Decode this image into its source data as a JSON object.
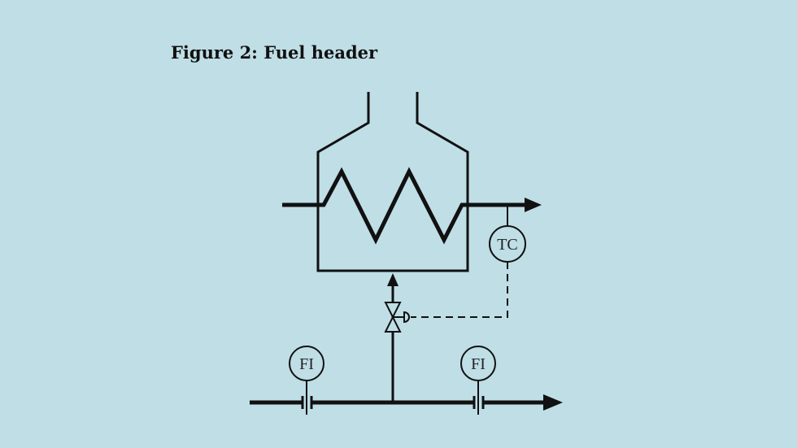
{
  "figure": {
    "title": "Figure 2: Fuel header"
  },
  "instruments": {
    "tc": "TC",
    "fi_left": "FI",
    "fi_right": "FI"
  },
  "colors": {
    "background": "#bfdee6",
    "line": "#111111"
  }
}
